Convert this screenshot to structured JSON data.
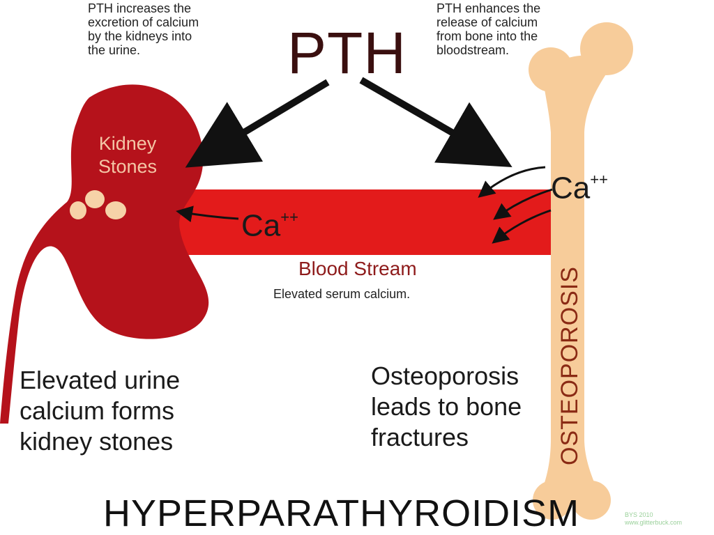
{
  "header": {
    "title": "PTH"
  },
  "notes": {
    "kidney_effect": "PTH increases the\nexcretion of calcium\nby the kidneys into\nthe urine.",
    "bone_effect": "PTH enhances the\nrelease of calcium\nfrom bone into the\nbloodstream."
  },
  "kidney": {
    "label": "Kidney\nStones"
  },
  "calcium": {
    "symbol": "Ca",
    "charge": "++"
  },
  "blood_stream": {
    "label": "Blood Stream",
    "sublabel": "Elevated serum calcium."
  },
  "bone": {
    "label": "OSTEOPOROSIS"
  },
  "captions": {
    "kidney_caption": "Elevated urine\ncalcium forms\nkidney stones",
    "bone_caption": "Osteoporosis\nleads to bone\nfractures"
  },
  "footer": {
    "title": "HYPERPARATHYROIDISM",
    "watermark": "BYS 2010\nwww.glitterbuck.com"
  },
  "colors": {
    "kidney": "#b5121b",
    "blood": "#e31b1b",
    "bone": "#f7cc9a",
    "stones": "#f6d2a8",
    "arrow": "#111111"
  }
}
